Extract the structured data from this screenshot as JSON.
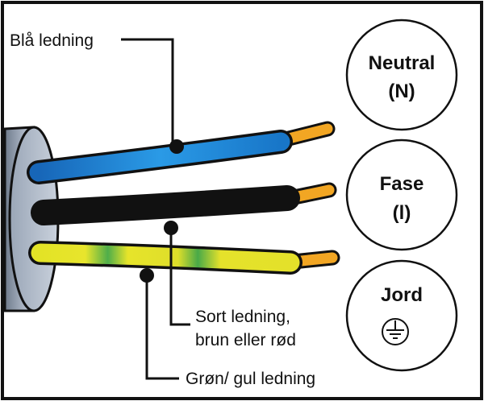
{
  "labels": {
    "blue_wire": "Blå ledning",
    "black_wire_line1": "Sort ledning,",
    "black_wire_line2": "brun eller rød",
    "yellow_green_wire": "Grøn/ gul ledning"
  },
  "circles": {
    "neutral_line1": "Neutral",
    "neutral_line2": "(N)",
    "phase_line1": "Fase",
    "phase_line2": "(l)",
    "earth_line1": "Jord",
    "earth_symbol": "earth-ground-icon"
  },
  "colors": {
    "blue_wire": "#1a7fd0",
    "black_wire": "#111111",
    "yellow_wire": "#e6e22a",
    "green_wire": "#3aa645",
    "copper_tip": "#f2a623",
    "cable_jacket": "#a9b4c4",
    "frame": "#111111"
  }
}
